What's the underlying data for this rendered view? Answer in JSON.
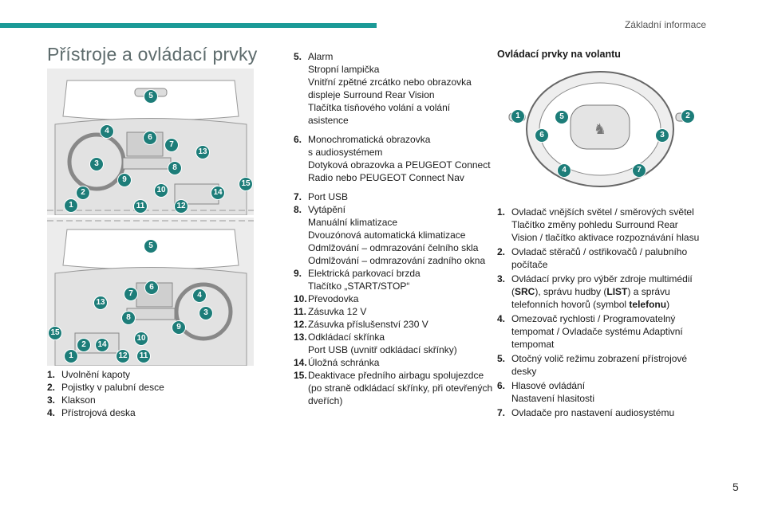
{
  "header": {
    "section": "Základní informace",
    "accent": "#1b9a97"
  },
  "title": "Přístroje a ovládací prvky",
  "figures": {
    "dashboard_lhd": [
      "1",
      "2",
      "3",
      "4",
      "5",
      "6",
      "7",
      "8",
      "9",
      "10",
      "11",
      "12",
      "13",
      "14",
      "15"
    ],
    "dashboard_rhd": [
      "1",
      "2",
      "3",
      "4",
      "5",
      "6",
      "7",
      "8",
      "9",
      "10",
      "11",
      "12",
      "13",
      "14",
      "15"
    ],
    "steering": [
      "1",
      "2",
      "3",
      "4",
      "5",
      "6",
      "7"
    ]
  },
  "left_list": [
    {
      "n": "1.",
      "lines": [
        "Uvolnění kapoty"
      ]
    },
    {
      "n": "2.",
      "lines": [
        "Pojistky v palubní desce"
      ]
    },
    {
      "n": "3.",
      "lines": [
        "Klakson"
      ]
    },
    {
      "n": "4.",
      "lines": [
        "Přístrojová deska"
      ]
    }
  ],
  "mid_list": [
    {
      "n": "5.",
      "lines": [
        "Alarm",
        "Stropní lampička",
        "Vnitřní zpětné zrcátko nebo obrazovka",
        "displeje Surround Rear Vision",
        "Tlačítka tísňového volání a volání asistence"
      ]
    },
    {
      "n": "6.",
      "lines": [
        "Monochromatická obrazovka",
        "s audiosystémem",
        "Dotyková obrazovka a PEUGEOT Connect",
        "Radio nebo PEUGEOT Connect Nav"
      ]
    },
    {
      "n": "7.",
      "lines": [
        "Port USB"
      ]
    },
    {
      "n": "8.",
      "lines": [
        "Vytápění",
        "Manuální klimatizace",
        "Dvouzónová automatická klimatizace",
        "Odmlžování – odmrazování čelního skla",
        "Odmlžování – odmrazování zadního okna"
      ]
    },
    {
      "n": "9.",
      "lines": [
        "Elektrická parkovací brzda",
        "Tlačítko „START/STOP“"
      ]
    },
    {
      "n": "10.",
      "lines": [
        "Převodovka"
      ]
    },
    {
      "n": "11.",
      "lines": [
        "Zásuvka 12 V"
      ]
    },
    {
      "n": "12.",
      "lines": [
        "Zásuvka příslušenství 230 V"
      ]
    },
    {
      "n": "13.",
      "lines": [
        "Odkládací skřínka",
        "Port USB (uvnitř odkládací skřínky)"
      ]
    },
    {
      "n": "14.",
      "lines": [
        "Úložná schránka"
      ]
    },
    {
      "n": "15.",
      "lines": [
        "Deaktivace předního airbagu spolujezdce",
        "(po straně odkládací skřínky, při otevřených",
        "dveřích)"
      ]
    }
  ],
  "right": {
    "heading": "Ovládací prvky na volantu",
    "list": [
      {
        "n": "1.",
        "lines": [
          "Ovladač vnějších světel / směrových světel",
          "Tlačítko změny pohledu Surround Rear",
          "Vision / tlačítko aktivace rozpoznávání hlasu"
        ]
      },
      {
        "n": "2.",
        "lines": [
          "Ovladač stěračů / ostřikovačů / palubního",
          "počítače"
        ]
      },
      {
        "n": "3.",
        "lines": [
          "Ovládací prvky pro výběr zdroje multimédií",
          "(SRC), správu hudby (LIST) a správu",
          "telefonních hovorů (symbol telefonu)"
        ]
      },
      {
        "n": "4.",
        "lines": [
          "Omezovač rychlosti / Programovatelný",
          "tempomat / Ovladače systému Adaptivní",
          "tempomat"
        ]
      },
      {
        "n": "5.",
        "lines": [
          "Otočný volič režimu zobrazení přístrojové",
          "desky"
        ]
      },
      {
        "n": "6.",
        "lines": [
          "Hlasové ovládání",
          "Nastavení hlasitosti"
        ]
      },
      {
        "n": "7.",
        "lines": [
          "Ovladače pro nastavení audiosystému"
        ]
      }
    ]
  },
  "page_number": "5"
}
